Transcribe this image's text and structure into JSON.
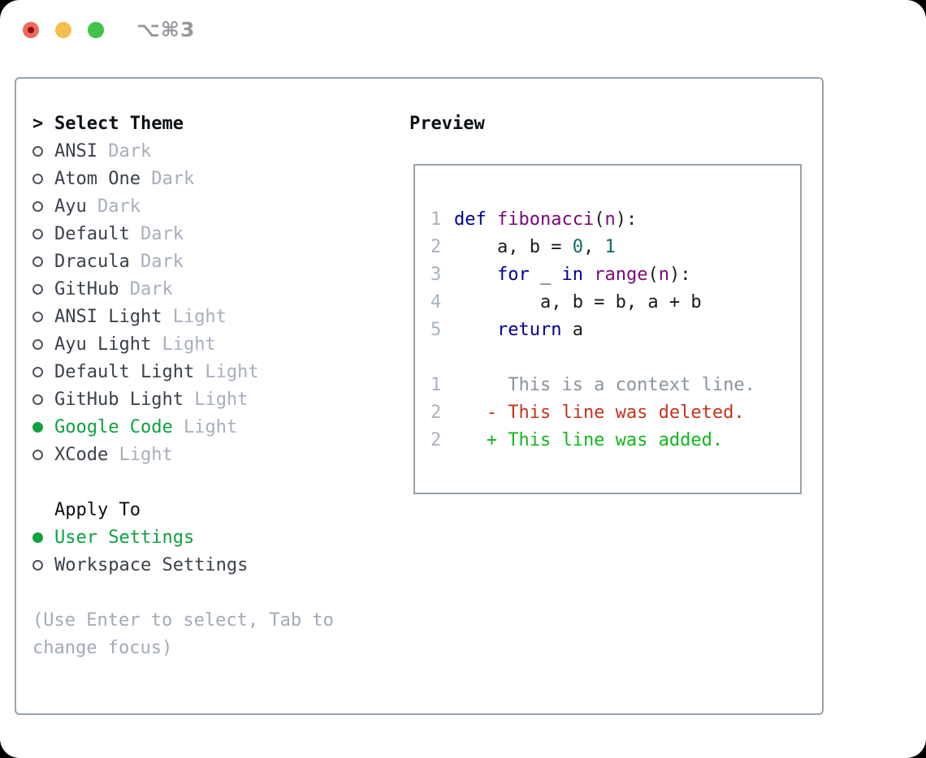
{
  "window": {
    "title": "⌥⌘3",
    "traffic_lights": [
      "close",
      "minimize",
      "zoom"
    ]
  },
  "theme_panel": {
    "header": {
      "cursor": ">",
      "label": "Select Theme"
    },
    "themes": [
      {
        "name": "ANSI",
        "variant": "Dark",
        "selected": false
      },
      {
        "name": "Atom One",
        "variant": "Dark",
        "selected": false
      },
      {
        "name": "Ayu",
        "variant": "Dark",
        "selected": false
      },
      {
        "name": "Default",
        "variant": "Dark",
        "selected": false
      },
      {
        "name": "Dracula",
        "variant": "Dark",
        "selected": false
      },
      {
        "name": "GitHub",
        "variant": "Dark",
        "selected": false
      },
      {
        "name": "ANSI Light",
        "variant": "Light",
        "selected": false
      },
      {
        "name": "Ayu Light",
        "variant": "Light",
        "selected": false
      },
      {
        "name": "Default Light",
        "variant": "Light",
        "selected": false
      },
      {
        "name": "GitHub Light",
        "variant": "Light",
        "selected": false
      },
      {
        "name": "Google Code",
        "variant": "Light",
        "selected": true
      },
      {
        "name": "XCode",
        "variant": "Light",
        "selected": false
      }
    ],
    "apply_to": {
      "label": "Apply To",
      "options": [
        {
          "name": "User Settings",
          "selected": true
        },
        {
          "name": "Workspace Settings",
          "selected": false
        }
      ]
    },
    "help_lines": [
      "(Use Enter to select, Tab to",
      "change focus)"
    ]
  },
  "preview": {
    "label": "Preview",
    "code_lines": [
      {
        "num": "1",
        "tokens": [
          {
            "t": "kw",
            "s": "def"
          },
          {
            "t": "pl",
            "s": " "
          },
          {
            "t": "fn",
            "s": "fibonacci"
          },
          {
            "t": "pl",
            "s": "("
          },
          {
            "t": "fn",
            "s": "n"
          },
          {
            "t": "pl",
            "s": "):"
          }
        ]
      },
      {
        "num": "2",
        "tokens": [
          {
            "t": "pl",
            "s": "    a, b = "
          },
          {
            "t": "lit",
            "s": "0"
          },
          {
            "t": "pl",
            "s": ", "
          },
          {
            "t": "lit",
            "s": "1"
          }
        ]
      },
      {
        "num": "3",
        "tokens": [
          {
            "t": "pl",
            "s": "    "
          },
          {
            "t": "kw",
            "s": "for"
          },
          {
            "t": "pl",
            "s": " _ "
          },
          {
            "t": "kw",
            "s": "in"
          },
          {
            "t": "pl",
            "s": " "
          },
          {
            "t": "fn",
            "s": "range"
          },
          {
            "t": "pl",
            "s": "("
          },
          {
            "t": "fn",
            "s": "n"
          },
          {
            "t": "pl",
            "s": "):"
          }
        ]
      },
      {
        "num": "4",
        "tokens": [
          {
            "t": "pl",
            "s": "        a, b = b, a + b"
          }
        ]
      },
      {
        "num": "5",
        "tokens": [
          {
            "t": "pl",
            "s": "    "
          },
          {
            "t": "kw",
            "s": "return"
          },
          {
            "t": "pl",
            "s": " a"
          }
        ]
      }
    ],
    "diff_lines": [
      {
        "num": "1",
        "kind": "context",
        "text": "     This is a context line."
      },
      {
        "num": "2",
        "kind": "deleted",
        "text": "   - This line was deleted."
      },
      {
        "num": "2",
        "kind": "added",
        "text": "   + This line was added."
      }
    ]
  },
  "colors": {
    "border": "#99a3ad",
    "header_text": "#0d1117",
    "item_text": "#3a414a",
    "muted": "#a7afbb",
    "help": "#a2aab6",
    "green": "#0da23f",
    "circle": "#4e545c",
    "title_gray": "#97999e",
    "traffic_red": "#ee6a5f",
    "traffic_red_dot": "#871108",
    "traffic_yellow": "#f5bd4e",
    "traffic_green": "#40c346",
    "kw": "#000096",
    "fn": "#780a78",
    "lit": "#0a6a6a",
    "plain": "#1b1b1b",
    "ln": "#a8b2c0",
    "ctx": "#8b939d",
    "del": "#c4331d",
    "add": "#12b61c"
  }
}
